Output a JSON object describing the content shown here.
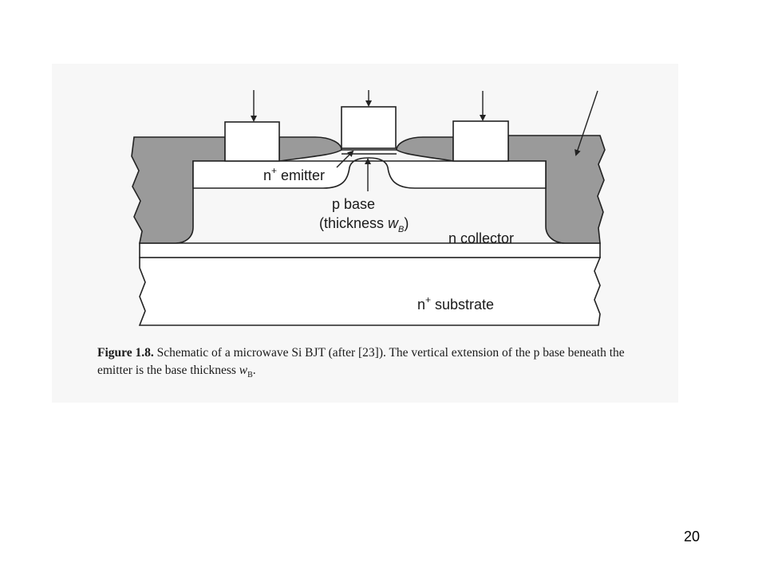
{
  "diagram": {
    "labels": {
      "emitter_prefix": "n",
      "emitter_sup": "+",
      "emitter_suffix": " emitter",
      "base_line1": "p base",
      "base_line2_prefix": "(thickness ",
      "base_var": "w",
      "base_sub": "B",
      "base_line2_suffix": ")",
      "collector": "n collector",
      "substrate_prefix": "n",
      "substrate_sup": "+",
      "substrate_suffix": " substrate"
    },
    "colors": {
      "oxide_fill": "#9a9a9a",
      "outline": "#222222",
      "panel_bg": "#f7f7f7"
    }
  },
  "caption": {
    "figure_label": "Figure 1.8.",
    "text_part1": " Schematic of a microwave Si BJT (after [23]). The vertical extension of the p base beneath the emitter is the base thickness ",
    "var": "w",
    "var_sub": "B",
    "text_end": "."
  },
  "page_number": "20"
}
